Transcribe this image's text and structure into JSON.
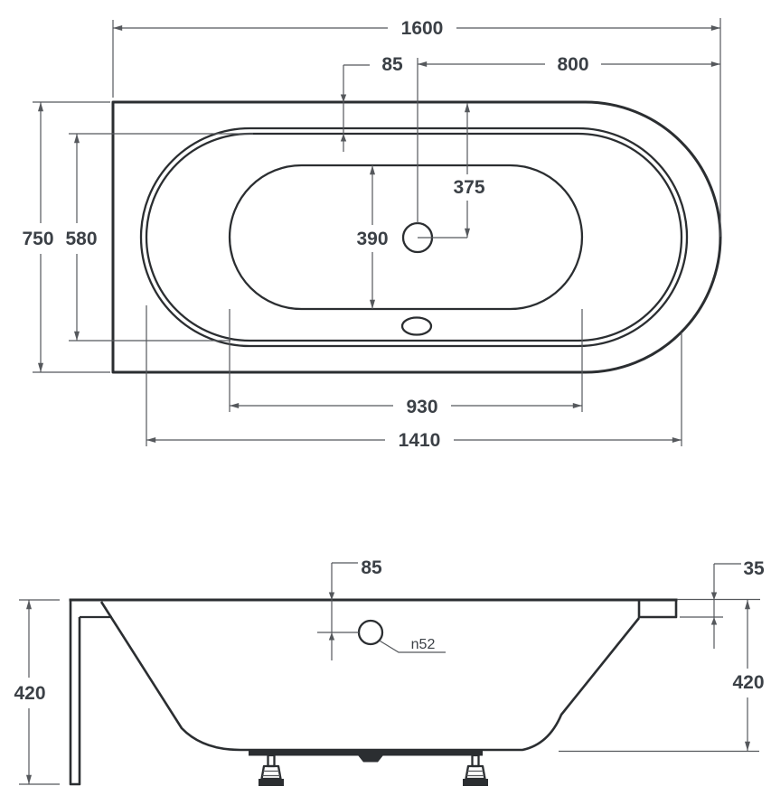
{
  "drawing": {
    "kind": "bathtub technical dimension drawing",
    "colors": {
      "outline": "#2b2e31",
      "dimension_lines": "#55585c",
      "text": "#3b4046",
      "background": "#ffffff"
    },
    "top_view": {
      "dims": {
        "overall_length": "1600",
        "rim_margin": "85",
        "center_to_end": "800",
        "edge_to_drain": "375",
        "basin_width_at_drain": "390",
        "overall_width": "750",
        "inner_width": "580",
        "basin_length": "930",
        "inner_shell_length": "1410"
      }
    },
    "side_view": {
      "dims": {
        "overflow_drop": "85",
        "rim_thickness": "35",
        "height_left": "420",
        "height_right": "420",
        "overflow_hole": "n52"
      }
    }
  }
}
